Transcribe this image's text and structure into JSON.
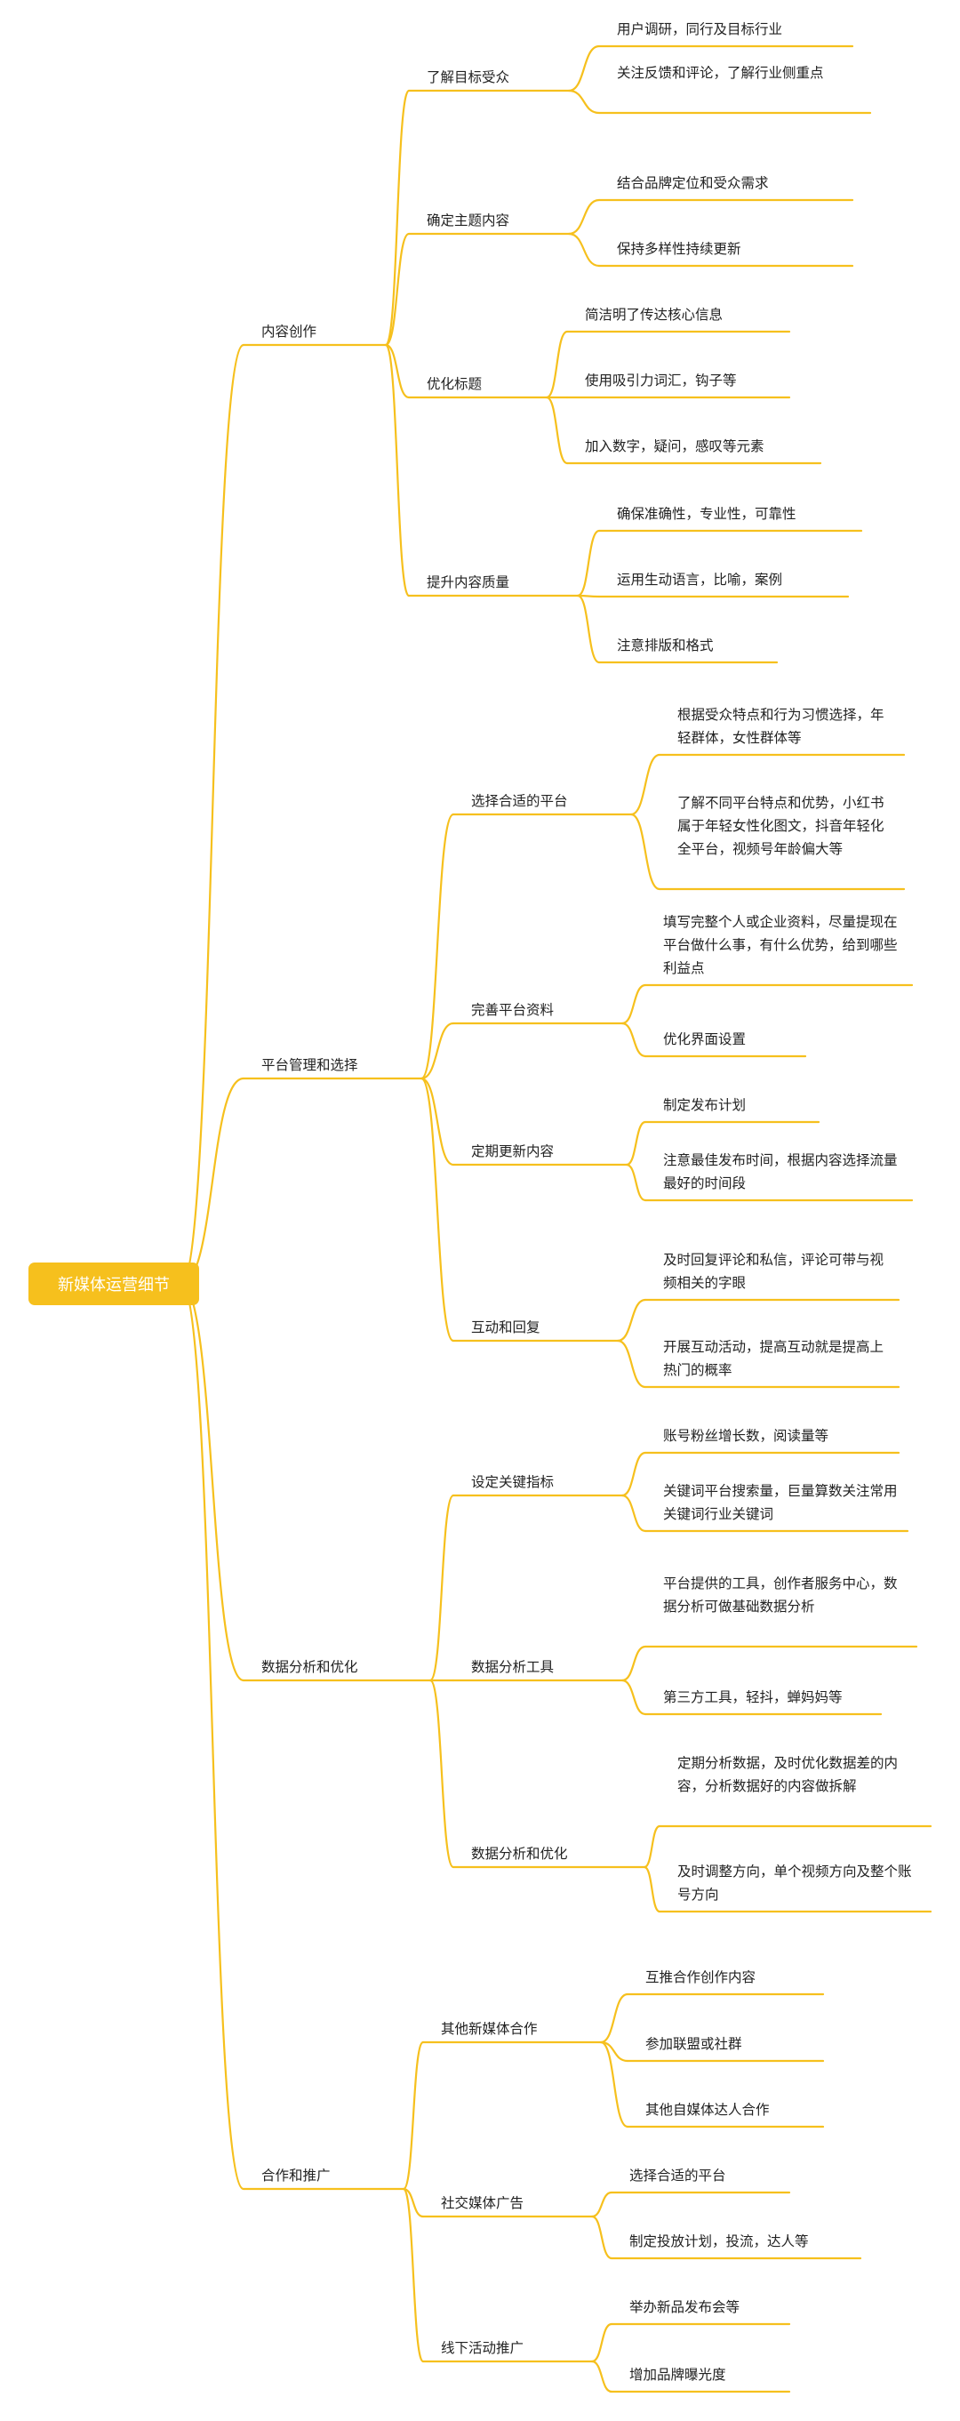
{
  "colors": {
    "branch": "#f6c01d",
    "root_fill": "#f6c01d",
    "root_text": "#ffffff",
    "text": "#222222"
  },
  "root": "新媒体运营细节",
  "branches": [
    {
      "label": "内容创作",
      "children": [
        {
          "label": "了解目标受众",
          "items": [
            "用户调研，同行及目标行业",
            "关注反馈和评论，了解行业侧重点"
          ]
        },
        {
          "label": "确定主题内容",
          "items": [
            "结合品牌定位和受众需求",
            "保持多样性持续更新"
          ]
        },
        {
          "label": "优化标题",
          "items": [
            "简洁明了传达核心信息",
            "使用吸引力词汇，钩子等",
            "加入数字，疑问，感叹等元素"
          ]
        },
        {
          "label": "提升内容质量",
          "items": [
            "确保准确性，专业性，可靠性",
            "运用生动语言，比喻，案例",
            "注意排版和格式"
          ]
        }
      ]
    },
    {
      "label": "平台管理和选择",
      "children": [
        {
          "label": "选择合适的平台",
          "items": [
            "根据受众特点和行为习惯选择，年轻群体，女性群体等",
            "了解不同平台特点和优势，小红书属于年轻女性化图文，抖音年轻化全平台，视频号年龄偏大等"
          ]
        },
        {
          "label": "完善平台资料",
          "items": [
            "填写完整个人或企业资料，尽量提现在平台做什么事，有什么优势，给到哪些利益点",
            "优化界面设置"
          ]
        },
        {
          "label": "定期更新内容",
          "items": [
            "制定发布计划",
            "注意最佳发布时间，根据内容选择流量最好的时间段"
          ]
        },
        {
          "label": "互动和回复",
          "items": [
            "及时回复评论和私信，评论可带与视频相关的字眼",
            "开展互动活动，提高互动就是提高上热门的概率"
          ]
        }
      ]
    },
    {
      "label": "数据分析和优化",
      "children": [
        {
          "label": "设定关键指标",
          "items": [
            "账号粉丝增长数，阅读量等",
            "关键词平台搜索量，巨量算数关注常用关键词行业关键词"
          ]
        },
        {
          "label": "数据分析工具",
          "items": [
            "平台提供的工具，创作者服务中心，数据分析可做基础数据分析",
            "第三方工具，轻抖，蝉妈妈等"
          ]
        },
        {
          "label": "数据分析和优化",
          "items": [
            "定期分析数据，及时优化数据差的内容，分析数据好的内容做拆解",
            "及时调整方向，单个视频方向及整个账号方向"
          ]
        }
      ]
    },
    {
      "label": "合作和推广",
      "children": [
        {
          "label": "其他新媒体合作",
          "items": [
            "互推合作创作内容",
            "参加联盟或社群",
            "其他自媒体达人合作"
          ]
        },
        {
          "label": "社交媒体广告",
          "items": [
            "选择合适的平台",
            "制定投放计划，投流，达人等"
          ]
        },
        {
          "label": "线下活动推广",
          "items": [
            "举办新品发布会等",
            "增加品牌曝光度"
          ]
        }
      ]
    }
  ]
}
